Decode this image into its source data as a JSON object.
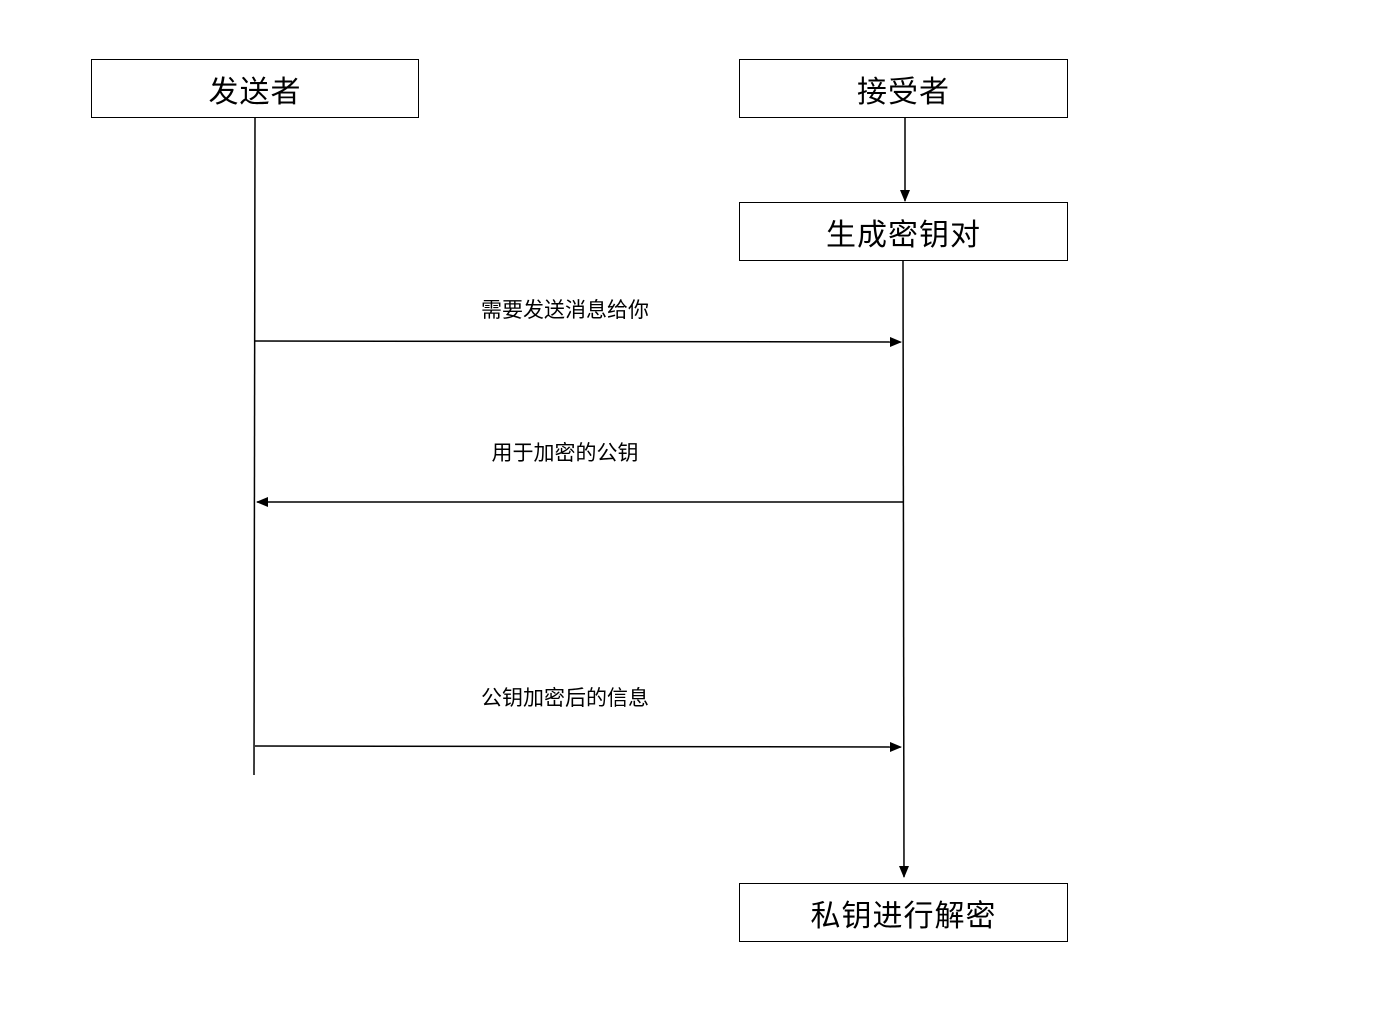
{
  "participants": {
    "sender": "发送者",
    "receiver": "接受者"
  },
  "steps": {
    "generate_key_pair": "生成密钥对",
    "private_key_decrypt": "私钥进行解密"
  },
  "messages": [
    {
      "label": "需要发送消息给你",
      "from": "发送者",
      "to": "接受者"
    },
    {
      "label": "用于加密的公钥",
      "from": "接受者",
      "to": "发送者"
    },
    {
      "label": "公钥加密后的信息",
      "from": "发送者",
      "to": "接受者"
    }
  ],
  "colors": {
    "line": "#000000",
    "background": "#ffffff"
  }
}
